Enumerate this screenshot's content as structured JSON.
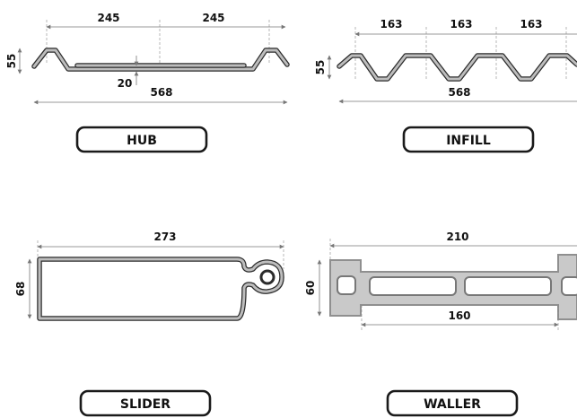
{
  "profiles": {
    "hub": {
      "name": "HUB",
      "dims": {
        "pitch_1": "245",
        "pitch_2": "245",
        "height": "55",
        "recess": "20",
        "width": "568"
      }
    },
    "infill": {
      "name": "INFILL",
      "dims": {
        "pitch_1": "163",
        "pitch_2": "163",
        "pitch_3": "163",
        "height": "55",
        "width": "568"
      }
    },
    "slider": {
      "name": "SLIDER",
      "dims": {
        "width": "273",
        "height": "68"
      }
    },
    "waller": {
      "name": "WALLER",
      "dims": {
        "width": "210",
        "height": "60",
        "inner_width": "160"
      }
    }
  },
  "colors": {
    "steel_dark": "#2b2b2b",
    "steel_light": "#bdbdbd",
    "waller_fill": "#c9c9c9",
    "waller_edge": "#8f8f8f"
  }
}
